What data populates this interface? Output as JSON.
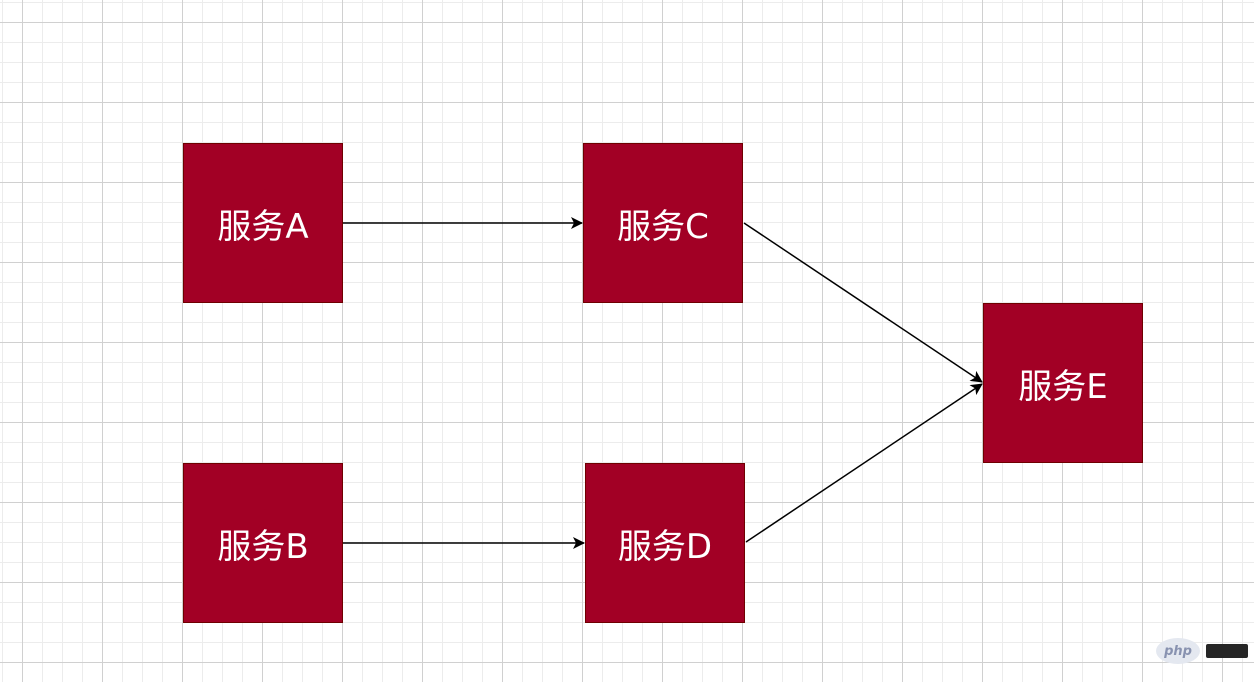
{
  "nodes": {
    "a": {
      "label": "服务A"
    },
    "b": {
      "label": "服务B"
    },
    "c": {
      "label": "服务C"
    },
    "d": {
      "label": "服务D"
    },
    "e": {
      "label": "服务E"
    }
  },
  "edges": [
    {
      "from": "a",
      "to": "c"
    },
    {
      "from": "b",
      "to": "d"
    },
    {
      "from": "c",
      "to": "e"
    },
    {
      "from": "d",
      "to": "e"
    }
  ],
  "colors": {
    "node_fill": "#a20025",
    "node_text": "#ffffff",
    "edge": "#000000",
    "grid": "#d0d0d0"
  },
  "watermark": {
    "logo_text": "php"
  }
}
